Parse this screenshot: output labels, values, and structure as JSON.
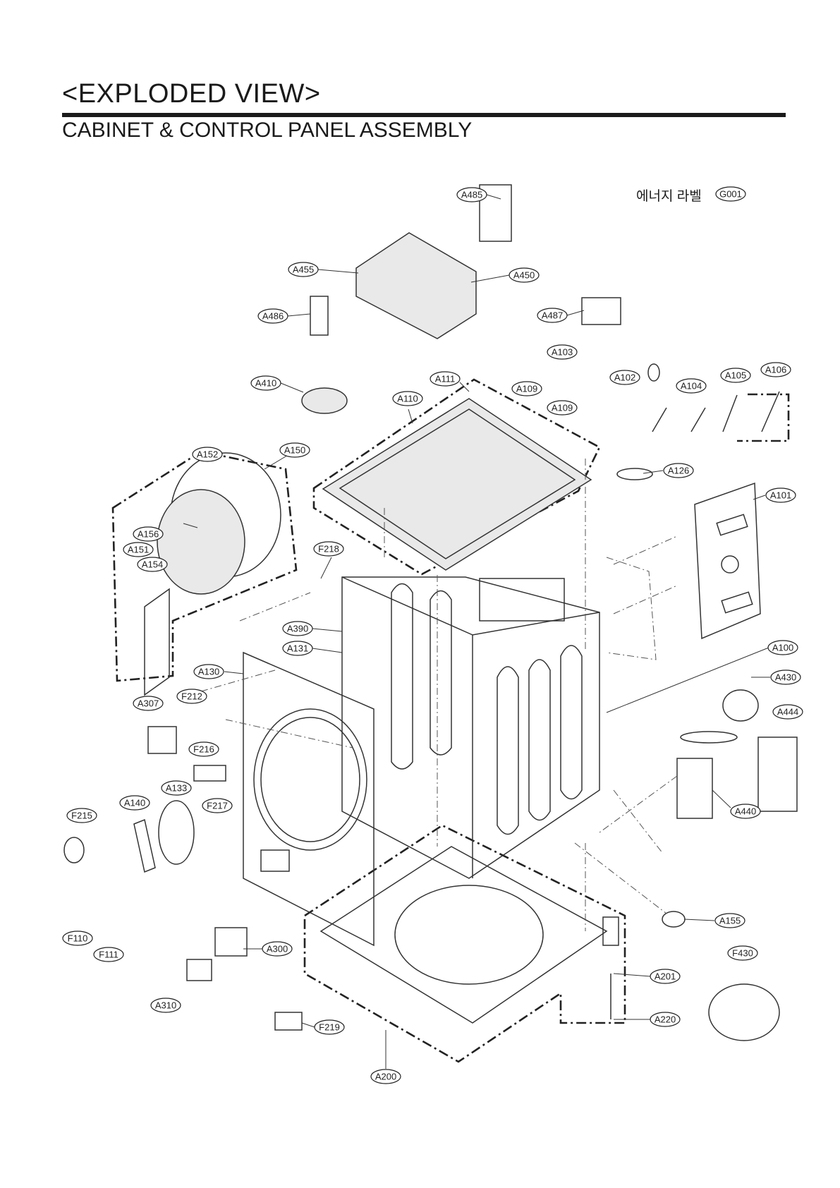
{
  "header": {
    "title": "<EXPLODED VIEW>",
    "subtitle": "CABINET & CONTROL  PANEL ASSEMBLY"
  },
  "energy_label": {
    "text": "에너지 라벨",
    "code": "G001"
  },
  "callouts": {
    "A485": "A485",
    "A455": "A455",
    "A450": "A450",
    "A486": "A486",
    "A487": "A487",
    "A103": "A103",
    "A410": "A410",
    "A111": "A111",
    "A110": "A110",
    "A109a": "A109",
    "A109b": "A109",
    "A102": "A102",
    "A104": "A104",
    "A105": "A105",
    "A106": "A106",
    "A152": "A152",
    "A150": "A150",
    "A126": "A126",
    "A101": "A101",
    "A156": "A156",
    "A151": "A151",
    "A154": "A154",
    "F218": "F218",
    "A390": "A390",
    "A131": "A131",
    "A100": "A100",
    "A130": "A130",
    "A430": "A430",
    "F212": "F212",
    "A307": "A307",
    "A444": "A444",
    "F216": "F216",
    "A133": "A133",
    "F217": "F217",
    "A140": "A140",
    "F215": "F215",
    "A440": "A440",
    "F110": "F110",
    "F111": "F111",
    "A155": "A155",
    "A300": "A300",
    "F430": "F430",
    "A201": "A201",
    "A310": "A310",
    "A220": "A220",
    "F219": "F219",
    "A200": "A200"
  }
}
